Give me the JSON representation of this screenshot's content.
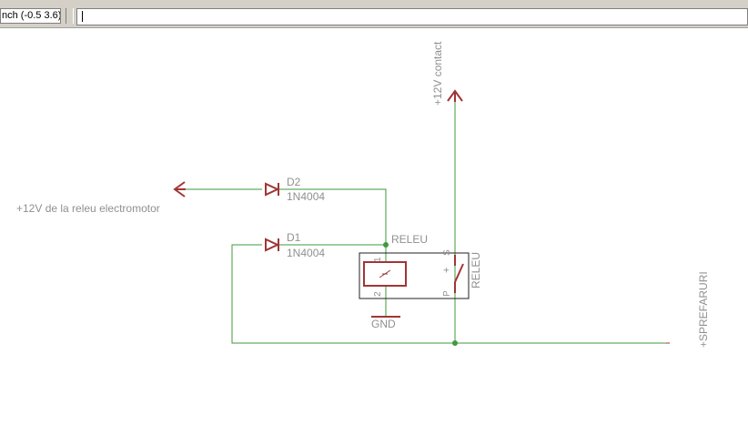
{
  "toolbar": {
    "coordinate_display": "nch (-0.5 3.6)",
    "command_input_value": ""
  },
  "schematic": {
    "labels": {
      "supply_contact": "+12V contact",
      "supply_relay_motor": "+12V de la releu electromotor",
      "d2_name": "D2",
      "d2_value": "1N4004",
      "d1_name": "D1",
      "d1_value": "1N4004",
      "relay_name": "RELEU",
      "relay_value": "RELEU",
      "pin_1": "1",
      "pin_2": "2",
      "pin_p": "P",
      "pin_s": "S",
      "pin_plus": "+",
      "gnd": "GND",
      "output": "+SPREFARURI"
    },
    "colors": {
      "wire": "#3d9a3d",
      "junction": "#3d9a3d",
      "symbol": "#a13535",
      "outline": "#202020",
      "text": "#909090"
    }
  }
}
